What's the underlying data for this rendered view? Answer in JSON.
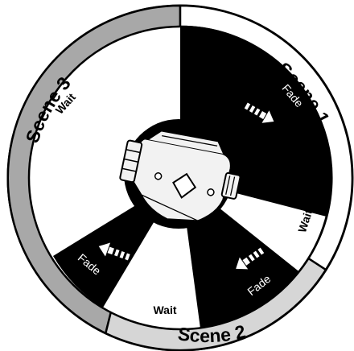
{
  "diagram": {
    "ring_labels": {
      "scene1": "Scene 1",
      "scene2": "Scene 2",
      "scene3": "Scene 3"
    },
    "segment_labels": {
      "fade_scene1": "Fade",
      "wait_scene1": "Wait",
      "fade_scene2": "Fade",
      "wait_scene2": "Wait",
      "fade_scene3": "Fade",
      "wait_scene3": "Wait"
    },
    "colors": {
      "ink": "#000000",
      "paper": "#ffffff",
      "ring_grey": "#a8a8a8",
      "ring_light": "#d6d6d6",
      "device_fill": "#f2f2f2"
    },
    "icons": [
      "fade-arrow-icon",
      "lamp-fixture-icon"
    ]
  }
}
